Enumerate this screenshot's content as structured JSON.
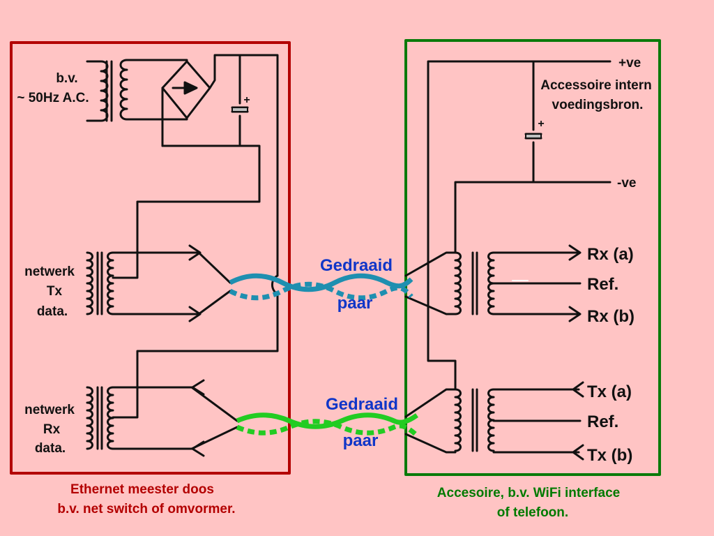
{
  "colors": {
    "background": "#ffc4c4",
    "master_box": "#b30000",
    "accessory_box": "#0a7a0a",
    "wire": "#111111",
    "pair_top": "#1e8fb0",
    "pair_bottom": "#22cc22",
    "pair_label": "#1036c8"
  },
  "master": {
    "source_label_1": "b.v.",
    "source_label_2": "~ 50Hz A.C.",
    "cap_plus": "+",
    "tx_label_1": "netwerk",
    "tx_label_2": "Tx",
    "tx_label_3": "data.",
    "rx_label_1": "netwerk",
    "rx_label_2": "Rx",
    "rx_label_3": "data.",
    "caption_1": "Ethernet meester doos",
    "caption_2": "b.v. net switch of omvormer."
  },
  "pairs": {
    "top_label_1": "Gedraaid",
    "top_label_2": "paar",
    "bottom_label_1": "Gedraaid",
    "bottom_label_2": "paar"
  },
  "accessory": {
    "pos_rail": "+ve",
    "neg_rail": "-ve",
    "cap_plus": "+",
    "power_label_1": "Accessoire intern",
    "power_label_2": "voedingsbron.",
    "rx_a": "Rx (a)",
    "rx_ref": "Ref.",
    "rx_b": "Rx (b)",
    "tx_a": "Tx (a)",
    "tx_ref": "Ref.",
    "tx_b": "Tx (b)",
    "caption_1": "Accesoire, b.v. WiFi interface",
    "caption_2": "of telefoon."
  }
}
